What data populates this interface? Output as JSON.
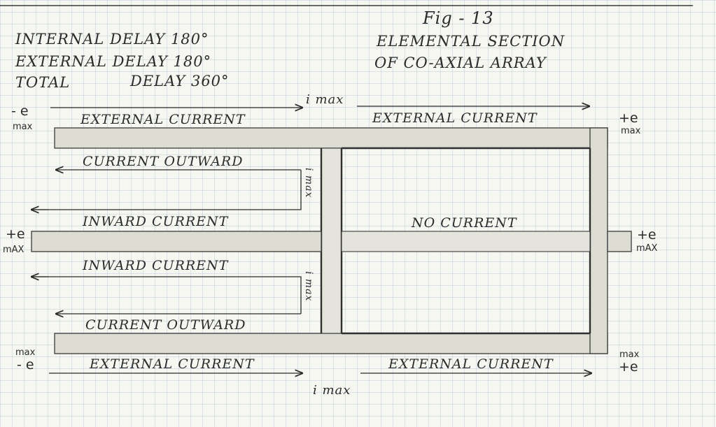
{
  "notes": {
    "line1": "Internal Delay 180°",
    "line2": "External Delay 180°",
    "line3_a": "Total",
    "line3_b": "Delay 360°"
  },
  "figure": {
    "number": "Fig - 13",
    "title_line1": "Elemental Section",
    "title_line2": "Of Co-Axial Array"
  },
  "labels": {
    "i_max_top": "i max",
    "i_max_bottom": "i max",
    "ext_current_top_left": "External Current",
    "ext_current_top_right": "External Current",
    "current_outward_upper": "Current Outward",
    "i_max_vert_upper": "i max",
    "inward_current_upper": "Inward Current",
    "no_current": "No Current",
    "inward_current_lower": "Inward Current",
    "i_max_vert_lower": "i max",
    "current_outward_lower": "Current Outward",
    "ext_current_bottom_left": "External Current",
    "ext_current_bottom_right": "External Current"
  },
  "poles": {
    "top_left_sign": "- e",
    "top_left_max": "max",
    "top_right_sign": "+e",
    "top_right_max": "max",
    "mid_left_sign": "+e",
    "mid_left_max": "mAX",
    "mid_right_sign": "+e",
    "mid_right_max": "mAX",
    "bot_left_max": "max",
    "bot_left_sign": "- e",
    "bot_right_max": "max",
    "bot_right_sign": "+e"
  }
}
